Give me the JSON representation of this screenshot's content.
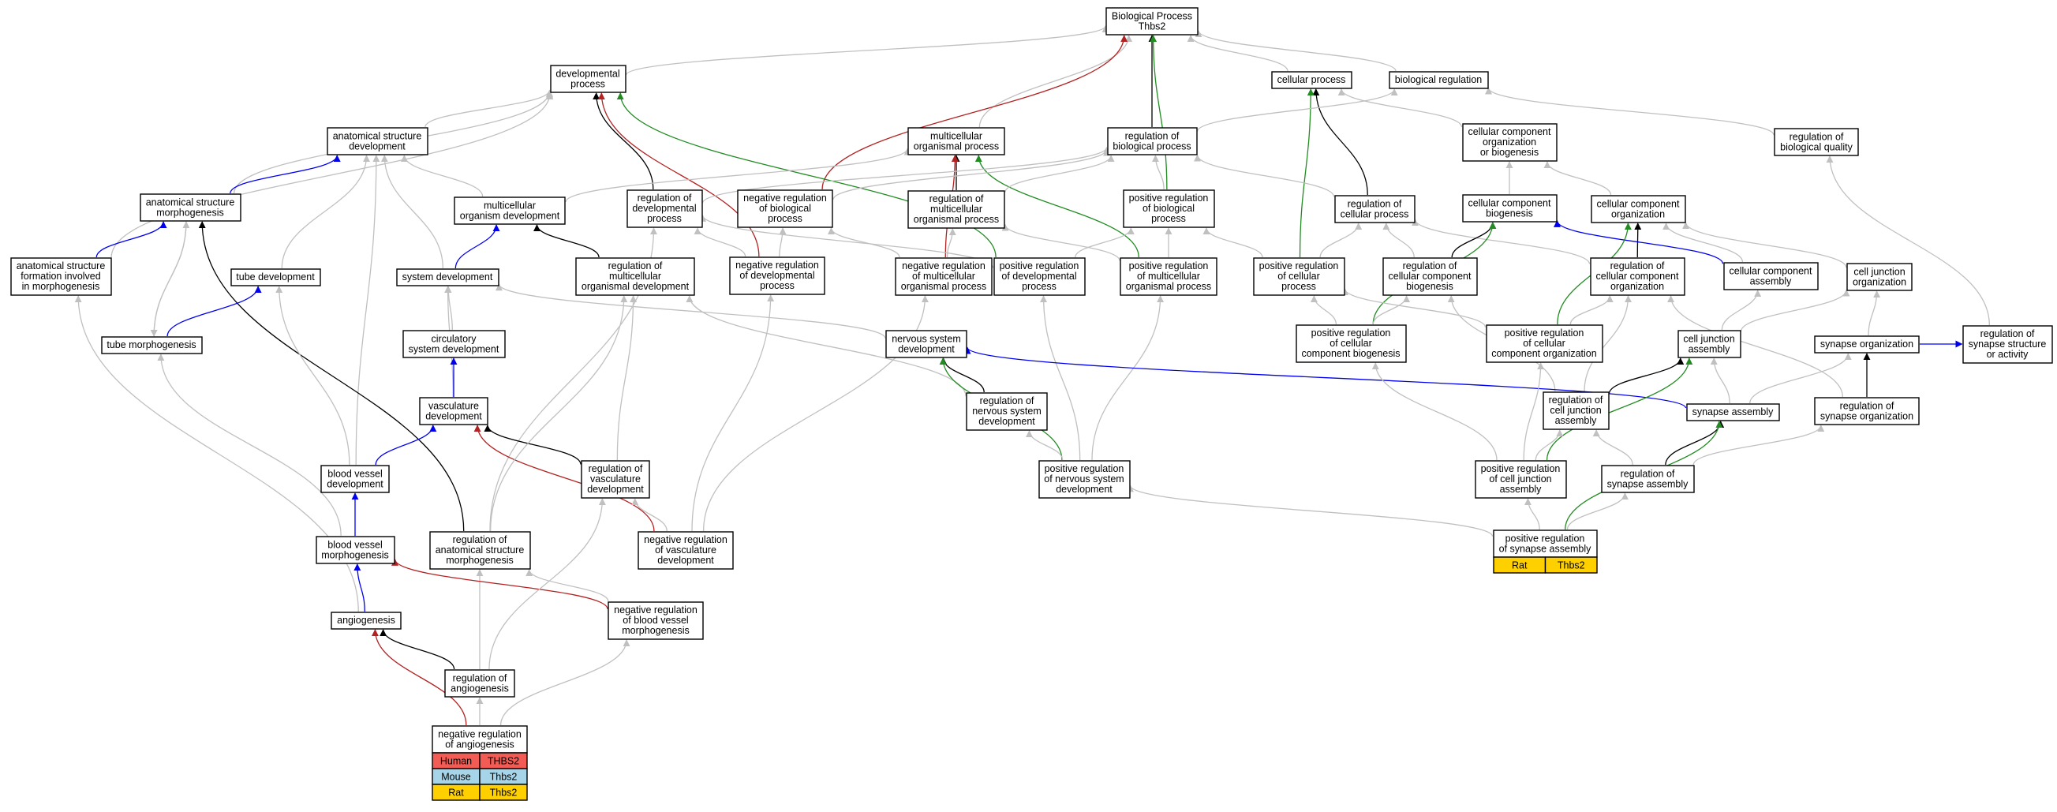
{
  "colors": {
    "is_a": "#c0c0c0",
    "part_of": "#0000ee",
    "regulates": "#000000",
    "negatively_regulates": "#b22222",
    "positively_regulates": "#228b22",
    "human": "#f25c54",
    "mouse": "#a6d4e8",
    "rat": "#ffd000"
  },
  "nodes": [
    {
      "id": "bp",
      "lines": [
        "Biological Process",
        "Thbs2"
      ]
    },
    {
      "id": "dev",
      "lines": [
        "developmental",
        "process"
      ]
    },
    {
      "id": "cp",
      "lines": [
        "cellular process"
      ]
    },
    {
      "id": "br",
      "lines": [
        "biological regulation"
      ]
    },
    {
      "id": "asd",
      "lines": [
        "anatomical structure",
        "development"
      ]
    },
    {
      "id": "mop",
      "lines": [
        "multicellular",
        "organismal process"
      ]
    },
    {
      "id": "rbp",
      "lines": [
        "regulation of",
        "biological process"
      ]
    },
    {
      "id": "ccob",
      "lines": [
        "cellular component",
        "organization",
        "or biogenesis"
      ]
    },
    {
      "id": "rbq",
      "lines": [
        "regulation of",
        "biological quality"
      ]
    },
    {
      "id": "asm",
      "lines": [
        "anatomical structure",
        "morphogenesis"
      ]
    },
    {
      "id": "mod",
      "lines": [
        "multicellular",
        "organism development"
      ]
    },
    {
      "id": "rdp",
      "lines": [
        "regulation of",
        "developmental",
        "process"
      ]
    },
    {
      "id": "nrbp",
      "lines": [
        "negative regulation",
        "of biological",
        "process"
      ]
    },
    {
      "id": "rmop",
      "lines": [
        "regulation of",
        "multicellular",
        "organismal process"
      ]
    },
    {
      "id": "prbp",
      "lines": [
        "positive regulation",
        "of biological",
        "process"
      ]
    },
    {
      "id": "rcp",
      "lines": [
        "regulation of",
        "cellular process"
      ]
    },
    {
      "id": "ccb",
      "lines": [
        "cellular component",
        "biogenesis"
      ]
    },
    {
      "id": "cco",
      "lines": [
        "cellular component",
        "organization"
      ]
    },
    {
      "id": "asfm",
      "lines": [
        "anatomical structure",
        "formation involved",
        "in morphogenesis"
      ]
    },
    {
      "id": "td",
      "lines": [
        "tube development"
      ]
    },
    {
      "id": "sd",
      "lines": [
        "system development"
      ]
    },
    {
      "id": "rmod",
      "lines": [
        "regulation of",
        "multicellular",
        "organismal development"
      ]
    },
    {
      "id": "nrdp",
      "lines": [
        "negative regulation",
        "of developmental",
        "process"
      ]
    },
    {
      "id": "nrmop",
      "lines": [
        "negative regulation",
        "of multicellular",
        "organismal process"
      ]
    },
    {
      "id": "prdp",
      "lines": [
        "positive regulation",
        "of developmental",
        "process"
      ]
    },
    {
      "id": "prmop",
      "lines": [
        "positive regulation",
        "of multicellular",
        "organismal process"
      ]
    },
    {
      "id": "prcp",
      "lines": [
        "positive regulation",
        "of cellular",
        "process"
      ]
    },
    {
      "id": "rccb",
      "lines": [
        "regulation of",
        "cellular component",
        "biogenesis"
      ]
    },
    {
      "id": "rcco",
      "lines": [
        "regulation of",
        "cellular component",
        "organization"
      ]
    },
    {
      "id": "cca",
      "lines": [
        "cellular component",
        "assembly"
      ]
    },
    {
      "id": "cjo",
      "lines": [
        "cell junction",
        "organization"
      ]
    },
    {
      "id": "tm",
      "lines": [
        "tube morphogenesis"
      ]
    },
    {
      "id": "csd",
      "lines": [
        "circulatory",
        "system development"
      ]
    },
    {
      "id": "nsd",
      "lines": [
        "nervous system",
        "development"
      ]
    },
    {
      "id": "prccb",
      "lines": [
        "positive regulation",
        "of cellular",
        "component biogenesis"
      ]
    },
    {
      "id": "prcco",
      "lines": [
        "positive regulation",
        "of cellular",
        "component organization"
      ]
    },
    {
      "id": "cja",
      "lines": [
        "cell junction",
        "assembly"
      ]
    },
    {
      "id": "so",
      "lines": [
        "synapse organization"
      ]
    },
    {
      "id": "rssa",
      "lines": [
        "regulation of",
        "synapse structure",
        "or activity"
      ]
    },
    {
      "id": "vd",
      "lines": [
        "vasculature",
        "development"
      ]
    },
    {
      "id": "rnsd",
      "lines": [
        "regulation of",
        "nervous system",
        "development"
      ]
    },
    {
      "id": "rcja",
      "lines": [
        "regulation of",
        "cell junction",
        "assembly"
      ]
    },
    {
      "id": "sa",
      "lines": [
        "synapse assembly"
      ]
    },
    {
      "id": "rso",
      "lines": [
        "regulation of",
        "synapse organization"
      ]
    },
    {
      "id": "bvd",
      "lines": [
        "blood vessel",
        "development"
      ]
    },
    {
      "id": "rvd",
      "lines": [
        "regulation of",
        "vasculature",
        "development"
      ]
    },
    {
      "id": "prnsd",
      "lines": [
        "positive regulation",
        "of nervous system",
        "development"
      ]
    },
    {
      "id": "prcja",
      "lines": [
        "positive regulation",
        "of cell junction",
        "assembly"
      ]
    },
    {
      "id": "rsa",
      "lines": [
        "regulation of",
        "synapse assembly"
      ]
    },
    {
      "id": "bvm",
      "lines": [
        "blood vessel",
        "morphogenesis"
      ]
    },
    {
      "id": "rasm",
      "lines": [
        "regulation of",
        "anatomical structure",
        "morphogenesis"
      ]
    },
    {
      "id": "nrvd",
      "lines": [
        "negative regulation",
        "of vasculature",
        "development"
      ]
    },
    {
      "id": "prsa",
      "lines": [
        "positive regulation",
        "of synapse assembly"
      ]
    },
    {
      "id": "ang",
      "lines": [
        "angiogenesis"
      ]
    },
    {
      "id": "nrbvm",
      "lines": [
        "negative regulation",
        "of blood vessel",
        "morphogenesis"
      ]
    },
    {
      "id": "ra",
      "lines": [
        "regulation of",
        "angiogenesis"
      ]
    },
    {
      "id": "nra",
      "lines": [
        "negative regulation",
        "of angiogenesis"
      ]
    }
  ],
  "tables": [
    {
      "id": "nra",
      "rows": [
        [
          "Human",
          "THBS2",
          "human"
        ],
        [
          "Mouse",
          "Thbs2",
          "mouse"
        ],
        [
          "Rat",
          "Thbs2",
          "rat"
        ]
      ]
    },
    {
      "id": "prsa",
      "rows": [
        [
          "Rat",
          "Thbs2",
          "rat"
        ]
      ]
    }
  ],
  "edges": [
    {
      "from": "dev",
      "to": "bp",
      "type": "is_a"
    },
    {
      "from": "cp",
      "to": "bp",
      "type": "is_a"
    },
    {
      "from": "br",
      "to": "bp",
      "type": "is_a"
    },
    {
      "from": "mop",
      "to": "bp",
      "type": "is_a"
    },
    {
      "from": "rbp",
      "to": "bp",
      "type": "regulates"
    },
    {
      "from": "nrbp",
      "to": "bp",
      "type": "negatively_regulates"
    },
    {
      "from": "prbp",
      "to": "bp",
      "type": "positively_regulates"
    },
    {
      "from": "asd",
      "to": "dev",
      "type": "is_a"
    },
    {
      "from": "asm",
      "to": "dev",
      "type": "is_a"
    },
    {
      "from": "asfm",
      "to": "dev",
      "type": "is_a"
    },
    {
      "from": "rdp",
      "to": "dev",
      "type": "regulates"
    },
    {
      "from": "nrdp",
      "to": "dev",
      "type": "negatively_regulates"
    },
    {
      "from": "prdp",
      "to": "dev",
      "type": "positively_regulates"
    },
    {
      "from": "ccob",
      "to": "cp",
      "type": "is_a"
    },
    {
      "from": "rcp",
      "to": "cp",
      "type": "regulates"
    },
    {
      "from": "prcp",
      "to": "cp",
      "type": "positively_regulates"
    },
    {
      "from": "rbq",
      "to": "br",
      "type": "is_a"
    },
    {
      "from": "rbp",
      "to": "br",
      "type": "is_a"
    },
    {
      "from": "asm",
      "to": "asd",
      "type": "part_of"
    },
    {
      "from": "mod",
      "to": "asd",
      "type": "is_a"
    },
    {
      "from": "td",
      "to": "asd",
      "type": "is_a"
    },
    {
      "from": "sd",
      "to": "asd",
      "type": "is_a"
    },
    {
      "from": "bvd",
      "to": "asd",
      "type": "is_a"
    },
    {
      "from": "mod",
      "to": "mop",
      "type": "is_a"
    },
    {
      "from": "rmop",
      "to": "mop",
      "type": "regulates"
    },
    {
      "from": "nrmop",
      "to": "mop",
      "type": "negatively_regulates"
    },
    {
      "from": "prmop",
      "to": "mop",
      "type": "positively_regulates"
    },
    {
      "from": "rdp",
      "to": "rbp",
      "type": "is_a"
    },
    {
      "from": "nrbp",
      "to": "rbp",
      "type": "is_a"
    },
    {
      "from": "rmop",
      "to": "rbp",
      "type": "is_a"
    },
    {
      "from": "prbp",
      "to": "rbp",
      "type": "is_a"
    },
    {
      "from": "rcp",
      "to": "rbp",
      "type": "is_a"
    },
    {
      "from": "ccb",
      "to": "ccob",
      "type": "is_a"
    },
    {
      "from": "cco",
      "to": "ccob",
      "type": "is_a"
    },
    {
      "from": "rssa",
      "to": "rbq",
      "type": "is_a"
    },
    {
      "from": "asfm",
      "to": "asm",
      "type": "part_of"
    },
    {
      "from": "tm",
      "to": "asm",
      "type": "is_a"
    },
    {
      "from": "rasm",
      "to": "asm",
      "type": "regulates"
    },
    {
      "from": "sd",
      "to": "mod",
      "type": "part_of"
    },
    {
      "from": "rmod",
      "to": "mod",
      "type": "regulates"
    },
    {
      "from": "nrdp",
      "to": "rdp",
      "type": "is_a"
    },
    {
      "from": "prdp",
      "to": "rdp",
      "type": "is_a"
    },
    {
      "from": "nrdp",
      "to": "nrbp",
      "type": "is_a"
    },
    {
      "from": "nrmop",
      "to": "nrbp",
      "type": "is_a"
    },
    {
      "from": "nrmop",
      "to": "rmop",
      "type": "is_a"
    },
    {
      "from": "prmop",
      "to": "rmop",
      "type": "is_a"
    },
    {
      "from": "prmop",
      "to": "prbp",
      "type": "is_a"
    },
    {
      "from": "prdp",
      "to": "prbp",
      "type": "is_a"
    },
    {
      "from": "prcp",
      "to": "prbp",
      "type": "is_a"
    },
    {
      "from": "prcp",
      "to": "rcp",
      "type": "is_a"
    },
    {
      "from": "rccb",
      "to": "rcp",
      "type": "is_a"
    },
    {
      "from": "rcco",
      "to": "rcp",
      "type": "is_a"
    },
    {
      "from": "rccb",
      "to": "ccb",
      "type": "regulates"
    },
    {
      "from": "prccb",
      "to": "ccb",
      "type": "positively_regulates"
    },
    {
      "from": "cca",
      "to": "ccb",
      "type": "part_of"
    },
    {
      "from": "rcco",
      "to": "cco",
      "type": "regulates"
    },
    {
      "from": "prcco",
      "to": "cco",
      "type": "positively_regulates"
    },
    {
      "from": "cca",
      "to": "cco",
      "type": "is_a"
    },
    {
      "from": "cjo",
      "to": "cco",
      "type": "is_a"
    },
    {
      "from": "tm",
      "to": "td",
      "type": "part_of"
    },
    {
      "from": "csd",
      "to": "sd",
      "type": "is_a"
    },
    {
      "from": "nsd",
      "to": "sd",
      "type": "is_a"
    },
    {
      "from": "vd",
      "to": "sd",
      "type": "is_a"
    },
    {
      "from": "rasm",
      "to": "rdp",
      "type": "is_a"
    },
    {
      "from": "rvd",
      "to": "rmod",
      "type": "is_a"
    },
    {
      "from": "rnsd",
      "to": "rmod",
      "type": "is_a"
    },
    {
      "from": "nrvd",
      "to": "nrdp",
      "type": "is_a"
    },
    {
      "from": "nrvd",
      "to": "nrmop",
      "type": "is_a"
    },
    {
      "from": "prnsd",
      "to": "prdp",
      "type": "is_a"
    },
    {
      "from": "prnsd",
      "to": "prmop",
      "type": "is_a"
    },
    {
      "from": "prccb",
      "to": "prcp",
      "type": "is_a"
    },
    {
      "from": "prcco",
      "to": "prcp",
      "type": "is_a"
    },
    {
      "from": "prccb",
      "to": "rccb",
      "type": "is_a"
    },
    {
      "from": "prcco",
      "to": "rcco",
      "type": "is_a"
    },
    {
      "from": "rcja",
      "to": "rccb",
      "type": "is_a"
    },
    {
      "from": "rcja",
      "to": "rcco",
      "type": "is_a"
    },
    {
      "from": "rso",
      "to": "rcco",
      "type": "is_a"
    },
    {
      "from": "cja",
      "to": "cca",
      "type": "is_a"
    },
    {
      "from": "cja",
      "to": "cjo",
      "type": "is_a"
    },
    {
      "from": "so",
      "to": "cjo",
      "type": "is_a"
    },
    {
      "from": "bvd",
      "to": "td",
      "type": "is_a"
    },
    {
      "from": "bvm",
      "to": "tm",
      "type": "is_a"
    },
    {
      "from": "vd",
      "to": "csd",
      "type": "part_of"
    },
    {
      "from": "rnsd",
      "to": "nsd",
      "type": "regulates"
    },
    {
      "from": "prnsd",
      "to": "nsd",
      "type": "positively_regulates"
    },
    {
      "from": "sa",
      "to": "nsd",
      "type": "part_of"
    },
    {
      "from": "prcja",
      "to": "prcco",
      "type": "is_a"
    },
    {
      "from": "prcja",
      "to": "prccb",
      "type": "is_a"
    },
    {
      "from": "rcja",
      "to": "cja",
      "type": "regulates"
    },
    {
      "from": "prcja",
      "to": "cja",
      "type": "positively_regulates"
    },
    {
      "from": "sa",
      "to": "cja",
      "type": "is_a"
    },
    {
      "from": "sa",
      "to": "so",
      "type": "is_a"
    },
    {
      "from": "rso",
      "to": "so",
      "type": "regulates"
    },
    {
      "from": "so",
      "to": "rssa",
      "type": "part_of"
    },
    {
      "from": "bvd",
      "to": "vd",
      "type": "part_of"
    },
    {
      "from": "rvd",
      "to": "vd",
      "type": "regulates"
    },
    {
      "from": "nrvd",
      "to": "vd",
      "type": "negatively_regulates"
    },
    {
      "from": "prnsd",
      "to": "rnsd",
      "type": "is_a"
    },
    {
      "from": "prcja",
      "to": "rcja",
      "type": "is_a"
    },
    {
      "from": "rsa",
      "to": "rcja",
      "type": "is_a"
    },
    {
      "from": "rsa",
      "to": "sa",
      "type": "regulates"
    },
    {
      "from": "prsa",
      "to": "sa",
      "type": "positively_regulates"
    },
    {
      "from": "rsa",
      "to": "rso",
      "type": "is_a"
    },
    {
      "from": "bvm",
      "to": "bvd",
      "type": "part_of"
    },
    {
      "from": "rasm",
      "to": "rmod",
      "type": "is_a"
    },
    {
      "from": "nrvd",
      "to": "rvd",
      "type": "is_a"
    },
    {
      "from": "prsa",
      "to": "prnsd",
      "type": "is_a"
    },
    {
      "from": "prsa",
      "to": "prcja",
      "type": "is_a"
    },
    {
      "from": "prsa",
      "to": "rsa",
      "type": "is_a"
    },
    {
      "from": "ang",
      "to": "bvm",
      "type": "part_of"
    },
    {
      "from": "ra",
      "to": "rasm",
      "type": "is_a"
    },
    {
      "from": "nrbvm",
      "to": "rasm",
      "type": "is_a"
    },
    {
      "from": "nrbvm",
      "to": "bvm",
      "type": "negatively_regulates"
    },
    {
      "from": "ang",
      "to": "asfm",
      "type": "is_a"
    },
    {
      "from": "ra",
      "to": "ang",
      "type": "regulates"
    },
    {
      "from": "ra",
      "to": "rvd",
      "type": "is_a"
    },
    {
      "from": "nra",
      "to": "ang",
      "type": "negatively_regulates"
    },
    {
      "from": "nra",
      "to": "ra",
      "type": "is_a"
    },
    {
      "from": "nra",
      "to": "nrbvm",
      "type": "is_a"
    },
    {
      "from": "asm",
      "to": "tm",
      "type": "is_a"
    }
  ]
}
